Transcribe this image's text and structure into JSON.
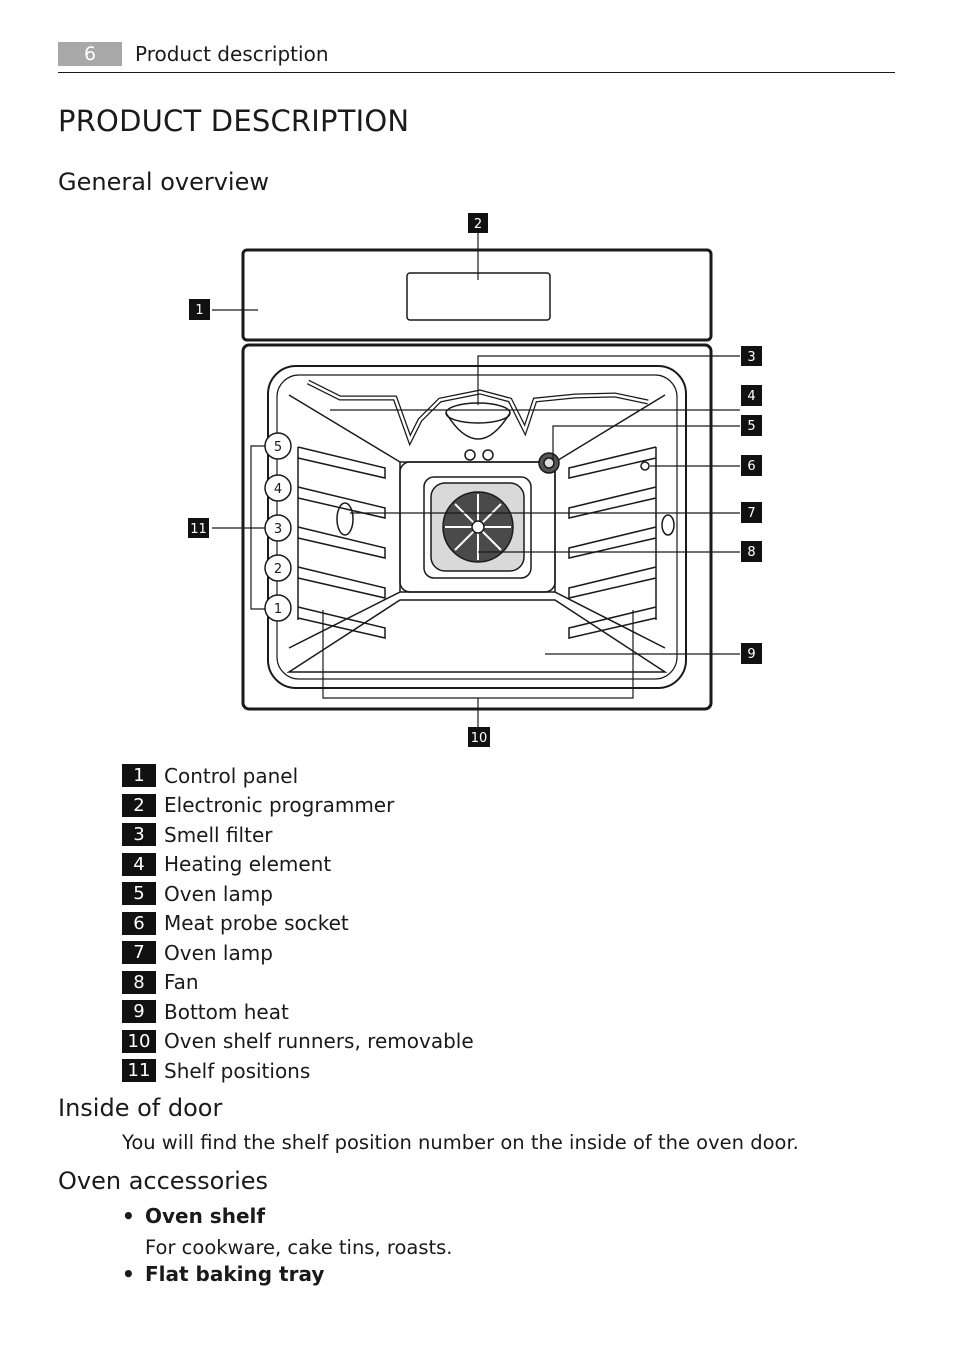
{
  "header": {
    "page_number": "6",
    "section": "Product description"
  },
  "title": "PRODUCT DESCRIPTION",
  "general_overview": {
    "heading": "General overview",
    "callouts": [
      "1",
      "2",
      "3",
      "4",
      "5",
      "6",
      "7",
      "8",
      "9",
      "10",
      "11"
    ],
    "shelf_positions": [
      "5",
      "4",
      "3",
      "2",
      "1"
    ]
  },
  "legend": [
    {
      "num": "1",
      "label": "Control panel"
    },
    {
      "num": "2",
      "label": "Electronic programmer"
    },
    {
      "num": "3",
      "label": "Smell filter"
    },
    {
      "num": "4",
      "label": "Heating element"
    },
    {
      "num": "5",
      "label": "Oven lamp"
    },
    {
      "num": "6",
      "label": "Meat probe socket"
    },
    {
      "num": "7",
      "label": "Oven lamp"
    },
    {
      "num": "8",
      "label": "Fan"
    },
    {
      "num": "9",
      "label": "Bottom heat"
    },
    {
      "num": "10",
      "label": "Oven shelf runners, removable"
    },
    {
      "num": "11",
      "label": "Shelf positions"
    }
  ],
  "inside_of_door": {
    "heading": "Inside of door",
    "text": "You will find the shelf position number on the inside of the oven door."
  },
  "oven_accessories": {
    "heading": "Oven accessories",
    "items": [
      {
        "name": "Oven shelf",
        "description": "For cookware, cake tins, roasts."
      },
      {
        "name": "Flat baking tray",
        "description": ""
      }
    ]
  }
}
